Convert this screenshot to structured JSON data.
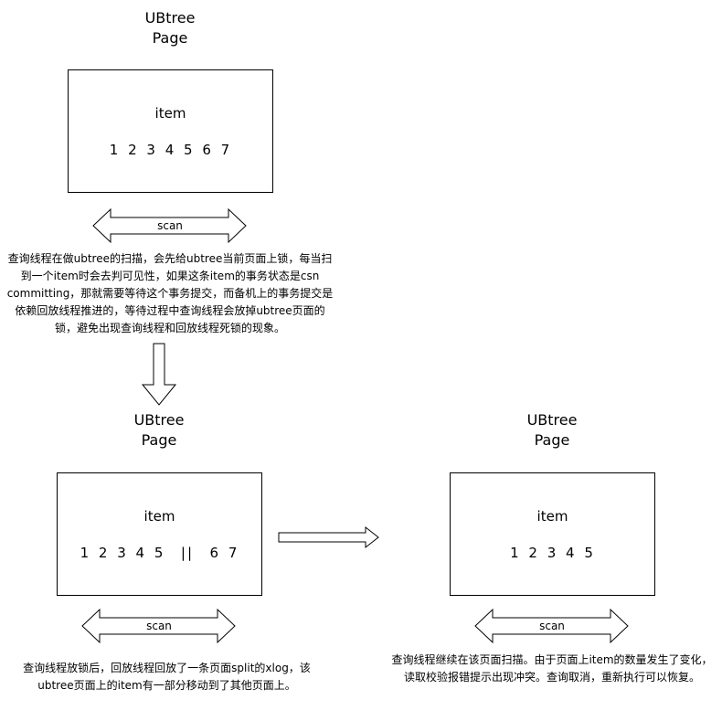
{
  "page1": {
    "title": "UBtree\nPage",
    "item_label": "item",
    "numbers": "1 2 3 4 5 6 7",
    "scan_label": "scan",
    "description": "查询线程在做ubtree的扫描，会先给ubtree当前页面上锁，每当扫到一个item时会去判可见性，如果这条item的事务状态是csn committing，那就需要等待这个事务提交，而备机上的事务提交是依赖回放线程推进的，等待过程中查询线程会放掉ubtree页面的锁，避免出现查询线程和回放线程死锁的现象。"
  },
  "page2": {
    "title": "UBtree\nPage",
    "item_label": "item",
    "numbers": "1 2 3 4 5  ||  6 7",
    "scan_label": "scan",
    "description": "查询线程放锁后，回放线程回放了一条页面split的xlog，该ubtree页面上的item有一部分移动到了其他页面上。"
  },
  "page3": {
    "title": "UBtree\nPage",
    "item_label": "item",
    "numbers": "1 2 3 4 5",
    "scan_label": "scan",
    "description": "查询线程继续在该页面扫描。由于页面上item的数量发生了变化，读取校验报错提示出现冲突。查询取消，重新执行可以恢复。"
  }
}
